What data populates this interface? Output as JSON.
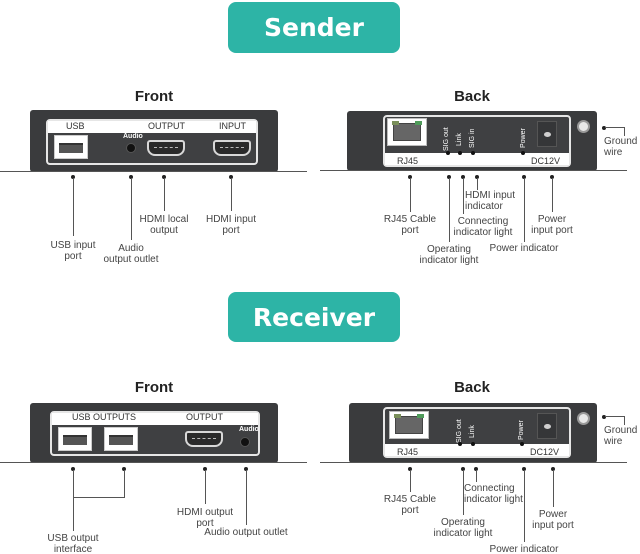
{
  "sender": {
    "badge": "Sender",
    "front": {
      "title": "Front",
      "port_labels": {
        "usb": "USB",
        "audio": "Audio",
        "output": "OUTPUT",
        "input": "INPUT"
      },
      "callouts": {
        "usb": [
          "USB input",
          "port"
        ],
        "audio": [
          "Audio",
          "output outlet"
        ],
        "hdmi_out": [
          "HDMI local",
          "output"
        ],
        "hdmi_in": [
          "HDMI input",
          "port"
        ]
      }
    },
    "back": {
      "title": "Back",
      "port_labels": {
        "rj45": "RJ45",
        "sig_out": "SIG out",
        "link": "Link",
        "sig_in": "SIG in",
        "power": "Power",
        "dc": "DC12V"
      },
      "callouts": {
        "rj45": [
          "RJ45 Cable",
          "port"
        ],
        "operating": [
          "Operating",
          "indicator light"
        ],
        "connecting": [
          "Connecting",
          "indicator light"
        ],
        "hdmi_in": [
          "HDMI input",
          "indicator"
        ],
        "power_ind": [
          "Power indicator"
        ],
        "power_in": [
          "Power",
          "input port"
        ],
        "ground": [
          "Ground",
          "wire"
        ]
      }
    }
  },
  "receiver": {
    "badge": "Receiver",
    "front": {
      "title": "Front",
      "port_labels": {
        "usb": "USB OUTPUTS",
        "output": "OUTPUT",
        "audio": "Audio"
      },
      "callouts": {
        "usb": [
          "USB output",
          "interface"
        ],
        "hdmi_out": [
          "HDMI output",
          "port"
        ],
        "audio": [
          "Audio output outlet"
        ]
      }
    },
    "back": {
      "title": "Back",
      "port_labels": {
        "rj45": "RJ45",
        "sig_out": "SIG out",
        "link": "Link",
        "power": "Power",
        "dc": "DC12V"
      },
      "callouts": {
        "rj45": [
          "RJ45 Cable",
          "port"
        ],
        "operating": [
          "Operating",
          "indicator light"
        ],
        "connecting": [
          "Connecting",
          "indicator light"
        ],
        "power_ind": [
          "Power indicator"
        ],
        "power_in": [
          "Power",
          "input port"
        ],
        "ground": [
          "Ground",
          "wire"
        ]
      }
    }
  },
  "colors": {
    "badge": "#2db4a6",
    "device": "#3a3b3d"
  }
}
